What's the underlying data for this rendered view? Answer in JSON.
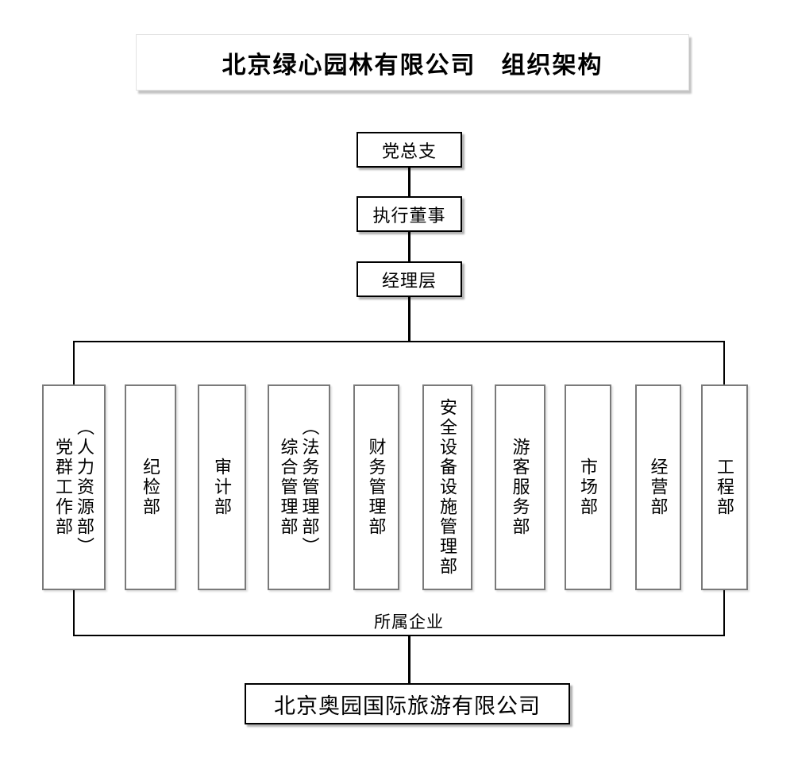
{
  "title": "北京绿心园林有限公司　组织架构",
  "hierarchy": [
    {
      "label": "党总支"
    },
    {
      "label": "执行董事"
    },
    {
      "label": "经理层"
    }
  ],
  "departments": [
    {
      "label": "党群工作部\n（人力资源部）"
    },
    {
      "label": "纪检部"
    },
    {
      "label": "审计部"
    },
    {
      "label": "综合管理部\n（法务管理部）"
    },
    {
      "label": "财务管理部"
    },
    {
      "label": "安全设备设施管理部"
    },
    {
      "label": "游客服务部"
    },
    {
      "label": "市场部"
    },
    {
      "label": "经营部"
    },
    {
      "label": "工程部"
    }
  ],
  "affiliate": {
    "connector_label": "所属企业",
    "company": "北京奥园国际旅游有限公司"
  },
  "colors": {
    "background": "#ffffff",
    "line": "#000000",
    "node_border": "#000000",
    "department_border": "#7a7a7a",
    "text": "#000000"
  }
}
